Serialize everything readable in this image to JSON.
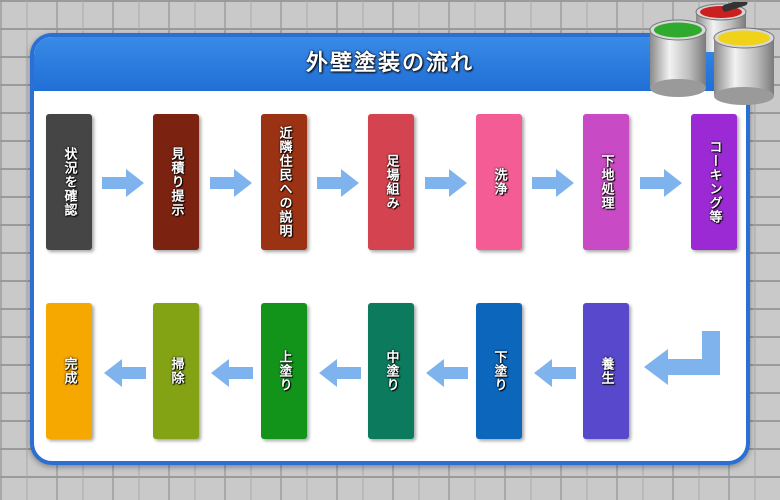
{
  "title": "外壁塗装の流れ",
  "steps_row1": [
    {
      "label": "状況を確認",
      "color": "#454545"
    },
    {
      "label": "見積り提示",
      "color": "#7b2310"
    },
    {
      "label": "近隣住民への説明",
      "color": "#9c3214"
    },
    {
      "label": "足場組み",
      "color": "#d44450"
    },
    {
      "label": "洗浄",
      "color": "#f45c96"
    },
    {
      "label": "下地処理",
      "color": "#c84ac4"
    },
    {
      "label": "コーキング等",
      "color": "#9c2ad4"
    }
  ],
  "steps_row2": [
    {
      "label": "完成",
      "color": "#f6a800"
    },
    {
      "label": "掃除",
      "color": "#84a314"
    },
    {
      "label": "上塗り",
      "color": "#12941a"
    },
    {
      "label": "中塗り",
      "color": "#0c7a5c"
    },
    {
      "label": "下塗り",
      "color": "#0c66bc"
    },
    {
      "label": "養生",
      "color": "#5848cc"
    }
  ],
  "colors": {
    "frame": "#2a6fd4",
    "arrow": "#7fb3ee",
    "header": "#1f6fd6"
  },
  "decoration": "paint-cans-icon"
}
